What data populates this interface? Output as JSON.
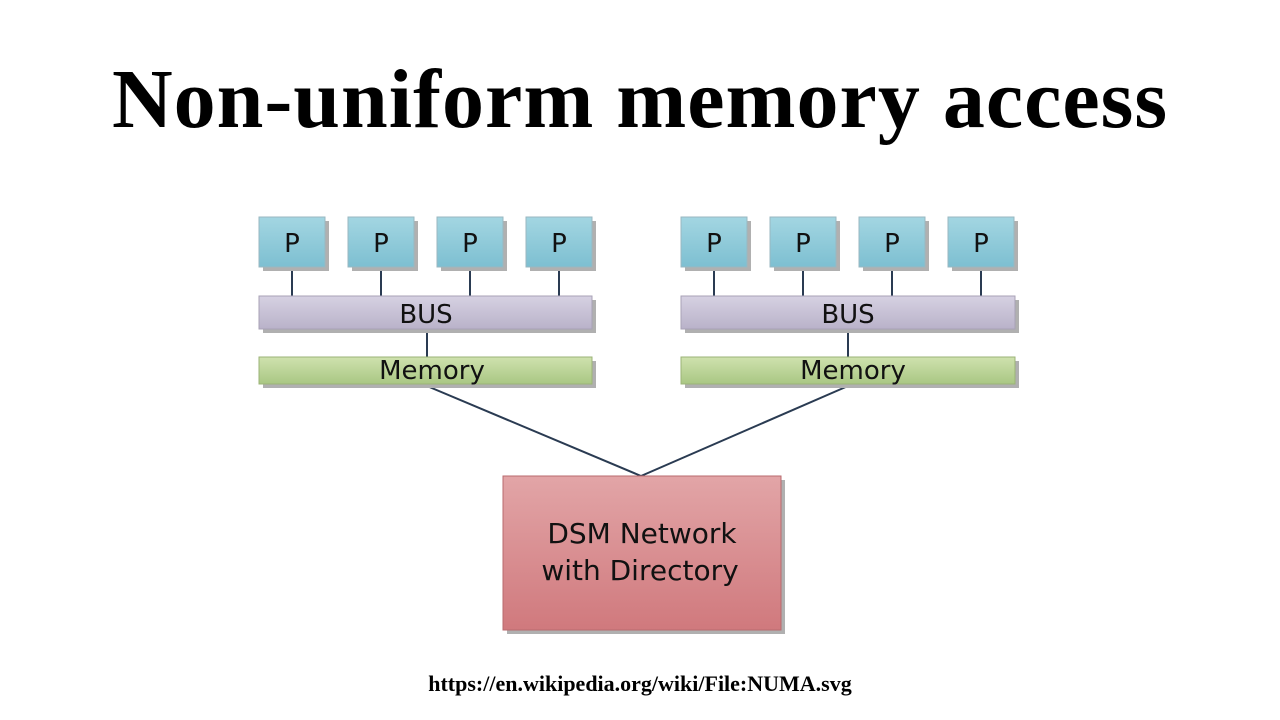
{
  "title": "Non-uniform memory access",
  "source_url": "https://en.wikipedia.org/wiki/File:NUMA.svg",
  "diagram": {
    "nodes": [
      {
        "processors": [
          "P",
          "P",
          "P",
          "P"
        ],
        "bus": "BUS",
        "memory": "Memory"
      },
      {
        "processors": [
          "P",
          "P",
          "P",
          "P"
        ],
        "bus": "BUS",
        "memory": "Memory"
      }
    ],
    "network": {
      "line1": "DSM Network",
      "line2": "with Directory"
    },
    "colors": {
      "processor": "#8ecbda",
      "bus": "#c8c2d6",
      "memory": "#bcd497",
      "network": "#d98e91",
      "connector": "#2a3b52",
      "shadow": "#b0b0b0"
    }
  }
}
